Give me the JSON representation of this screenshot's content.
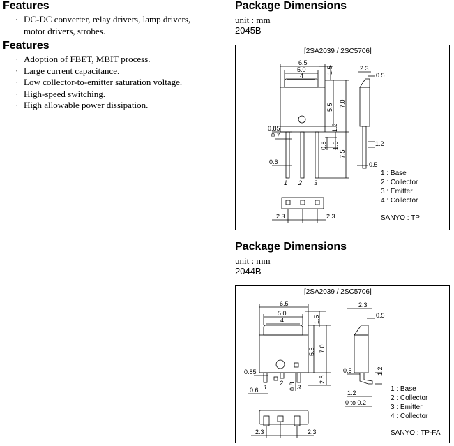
{
  "features_top": {
    "title": "Features",
    "items": [
      "DC-DC converter, relay drivers, lamp drivers,",
      "motor drivers, strobes."
    ]
  },
  "features": {
    "title": "Features",
    "items": [
      "Adoption of FBET, MBIT process.",
      "Large current capacitance.",
      "Low collector-to-emitter saturation voltage.",
      "High-speed switching.",
      "High allowable power dissipation."
    ]
  },
  "package1": {
    "title": "Package Dimensions",
    "unit": "unit : mm",
    "code": "2045B",
    "part": "[2SA2039 / 2SC5706]",
    "dims": {
      "w65": "6.5",
      "w50": "5.0",
      "w4": "4",
      "h15": "1.5",
      "h55": "5.5",
      "h70": "7.0",
      "h12": "1.2",
      "h75": "7.5",
      "h08": "0.8",
      "h16": "1.6",
      "t085": "0.85",
      "t07": "0.7",
      "t06": "0.6",
      "s23": "2.3",
      "s05a": "0.5",
      "s12": "1.2",
      "s05b": "0.5",
      "b23a": "2.3",
      "b23b": "2.3"
    },
    "pin_numbers": [
      "1",
      "2",
      "3"
    ],
    "pins": [
      "1 : Base",
      "2 : Collector",
      "3 : Emitter",
      "4 : Collector"
    ],
    "maker": "SANYO : TP"
  },
  "package2": {
    "title": "Package Dimensions",
    "unit": "unit : mm",
    "code": "2044B",
    "part": "[2SA2039 / 2SC5706]",
    "dims": {
      "w65": "6.5",
      "w50": "5.0",
      "w4": "4",
      "h15": "1.5",
      "h55": "5.5",
      "h70": "7.0",
      "h25": "2.5",
      "h08": "0.8",
      "t085": "0.85",
      "t06": "0.6",
      "s23": "2.3",
      "s05a": "0.5",
      "s05b": "0.5",
      "s12v": "1.2",
      "s12h": "1.2",
      "s002": "0 to 0.2",
      "b23a": "2.3",
      "b23b": "2.3"
    },
    "pin_numbers": [
      "1",
      "2",
      "3"
    ],
    "pins": [
      "1 : Base",
      "2 : Collector",
      "3 : Emitter",
      "4 : Collector"
    ],
    "maker": "SANYO : TP-FA"
  }
}
